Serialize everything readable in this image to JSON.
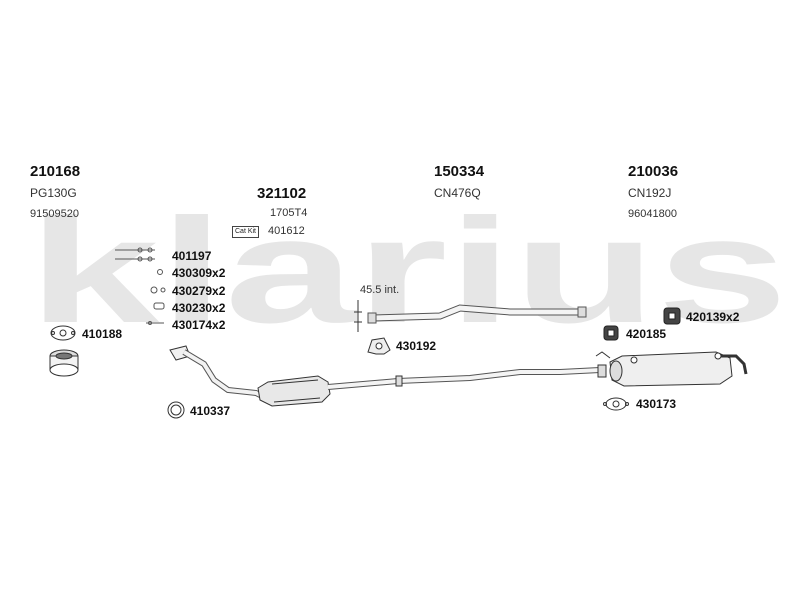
{
  "watermark": "klarius",
  "groups": [
    {
      "number": "210168",
      "code": "PG130G",
      "ref": "91509520"
    },
    {
      "number": "321102",
      "code": "1705T4",
      "ref": "401612",
      "kit_label": "Cat Kit"
    },
    {
      "number": "150334",
      "code": "CN476Q"
    },
    {
      "number": "210036",
      "code": "CN192J",
      "ref": "96041800"
    }
  ],
  "fittings_left": [
    "401197",
    "430309x2",
    "430279x2",
    "430230x2",
    "430174x2"
  ],
  "parts": {
    "p410188": "410188",
    "p410337": "410337",
    "p430192": "430192",
    "p420185": "420185",
    "p420139": "420139x2",
    "p430173": "430173"
  },
  "pipe_note": "45.5 int."
}
